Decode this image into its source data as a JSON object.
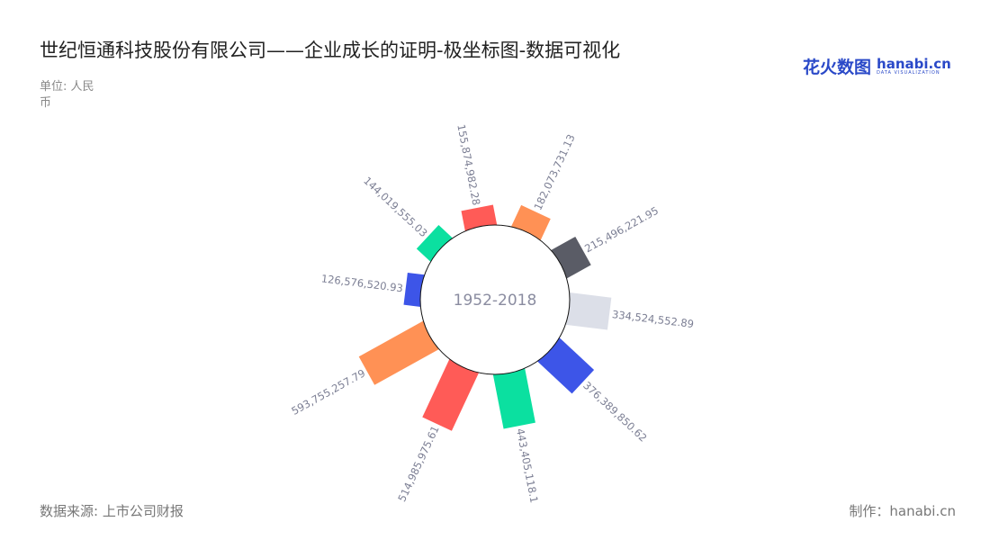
{
  "title": "世纪恒通科技股份有限公司——企业成长的证明-极坐标图-数据可视化",
  "unit": "单位: 人民币",
  "source": "数据来源: 上市公司财报",
  "maker": "制作：hanabi.cn",
  "logo": {
    "cn": "花火数图",
    "en": "hanabi.cn",
    "sub": "DATA VISUALIZATION"
  },
  "chart_data": {
    "type": "polar-bar",
    "center_label": "1952-2018",
    "values": [
      126576520.93,
      144019555.03,
      155874982.28,
      182073731.13,
      215496221.95,
      334524552.89,
      376389850.62,
      443405118.1,
      514985975.61,
      593755257.79
    ],
    "labels": [
      "126,576,520.93",
      "144,019,555.03",
      "155,874,982.28",
      "182,073,731.13",
      "215,496,221.95",
      "334,524,552.89",
      "376,389,850.62",
      "443,405,118.1",
      "514,985,975.61",
      "593,755,257.79"
    ],
    "colors": [
      "#3d55e8",
      "#0be0a0",
      "#ff5b57",
      "#ff9155",
      "#5a5c66",
      "#dcdfe8",
      "#3d55e8",
      "#0be0a0",
      "#ff5b57",
      "#ff9155"
    ],
    "label_color": "#7c7f94"
  }
}
